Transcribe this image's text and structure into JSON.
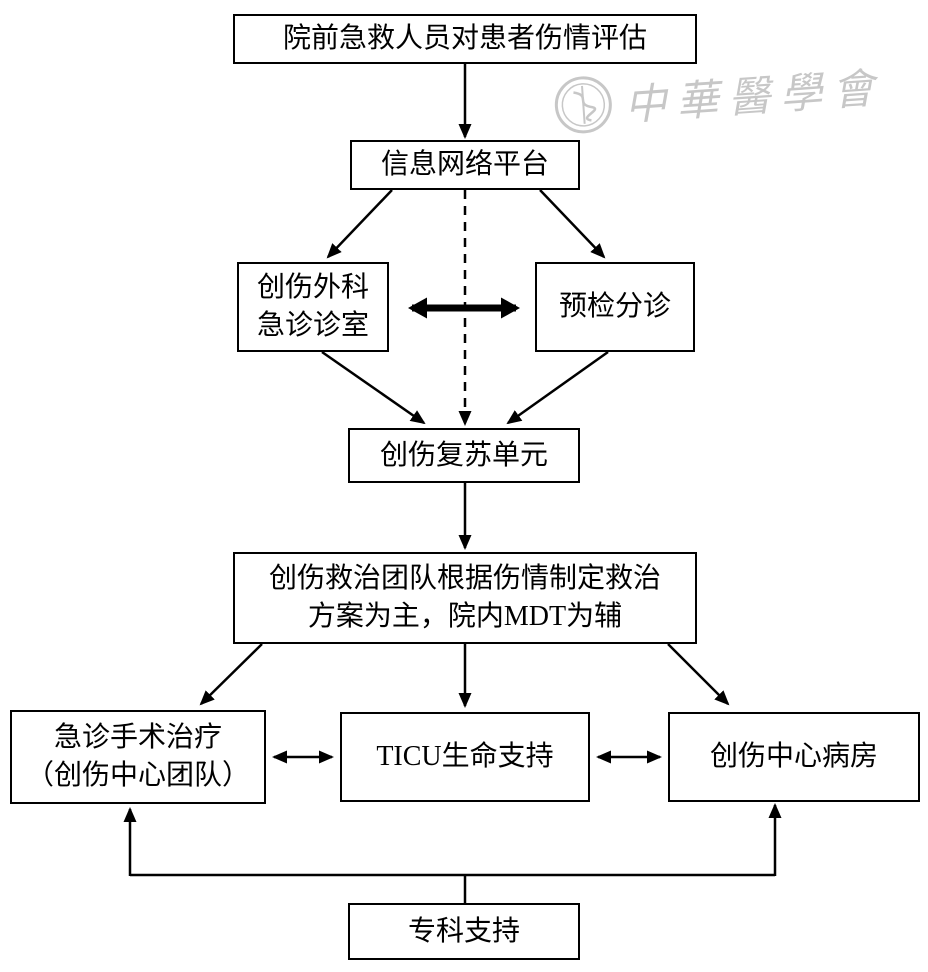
{
  "diagram": {
    "background": "#ffffff",
    "line_color": "#000000",
    "nodes": {
      "prehospital": {
        "label": "院前急救人员对患者伤情评估"
      },
      "platform": {
        "label": "信息网络平台"
      },
      "trauma_clinic": {
        "line1": "创伤外科",
        "line2": "急诊诊室"
      },
      "triage": {
        "label": "预检分诊"
      },
      "resuscitation": {
        "label": "创伤复苏单元"
      },
      "treatment_team": {
        "line1": "创伤救治团队根据伤情制定救治",
        "line2": "方案为主，院内MDT为辅"
      },
      "emergency_surgery": {
        "line1": "急诊手术治疗",
        "line2": "（创伤中心团队）"
      },
      "ticu": {
        "label": "TICU生命支持"
      },
      "trauma_ward": {
        "label": "创伤中心病房"
      },
      "specialty_support": {
        "label": "专科支持"
      }
    },
    "watermark": {
      "text": "中華醫學會"
    }
  }
}
